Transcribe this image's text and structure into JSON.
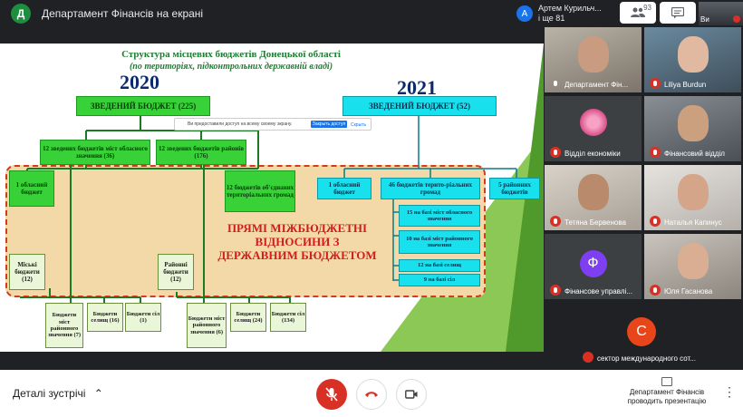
{
  "top": {
    "presenter_initial": "Д",
    "presenter_title": "Департамент Фінансів на екрані",
    "participant_initial": "А",
    "participant_name_line1": "Артем Курильч...",
    "participant_name_line2": "і ще 81",
    "people_count": "93",
    "self_label": "Ви"
  },
  "slide": {
    "title": "Структура місцевих бюджетів Донецької області",
    "subtitle": "(по територіях, підконтрольних державній владі)",
    "year_2020": "2020",
    "year_2021": "2021",
    "share_note": "Ви предоставили доступ на всему своему экрану.",
    "share_btn": "Закрыть доступ",
    "share_hide": "Скрыть",
    "b2020_main": "ЗВЕДЕНИЙ БЮДЖЕТ (225)",
    "b2021_main": "ЗВЕДЕНИЙ БЮДЖЕТ (52)",
    "b_cities_obl": "12 зведених бюджетів міст обласного значення (36)",
    "b_districts": "12 зведених бюджетів районів (176)",
    "b_oblast": "1 обласний бюджет",
    "b_otg": "12 бюджетів об'єднаних територіальних громад",
    "b_city_budgets": "Міські бюджети (12)",
    "b_district_budgets": "Районні бюджети (12)",
    "b_cities_dist_7": "Бюджети міст районного значення (7)",
    "b_settl_16": "Бюджети селищ (16)",
    "b_vill_1": "Бюджети сіл (1)",
    "b_cities_dist_6": "Бюджети міст районного значення (6)",
    "b_settl_24": "Бюджети селищ (24)",
    "b_vill_134": "Бюджети сіл (134)",
    "c_oblast": "1 обласний бюджет",
    "c_46": "46 бюджетів терито-ріальних громад",
    "c_5": "5 районних бюджетів",
    "c_15": "15 на базі міст обласного значення",
    "c_10": "10 на базі міст районного значення",
    "c_12": "12 на базі селищ",
    "c_9": "9 на базі сіл",
    "transfer_text": "ПРЯМІ МІЖБЮДЖЕТНІ ВІДНОСИНИ З ДЕРЖАВНИМ БЮДЖЕТОМ"
  },
  "tiles": [
    {
      "name": "Департамент Фін..."
    },
    {
      "name": "Liliya Burdun"
    },
    {
      "name": "Відділ економіки"
    },
    {
      "name": "Фінансовий відділ"
    },
    {
      "name": "Тетяна Бервенова"
    },
    {
      "name": "Наталья Капинус"
    },
    {
      "name": "Фінансове управлі...",
      "initial": "Ф"
    },
    {
      "name": "Юля Гасанова"
    }
  ],
  "big_tile": {
    "initial": "С",
    "name": "сектор международного сот..."
  },
  "bottom": {
    "details": "Деталі зустрічі",
    "present_line1": "Департамент Фінансів",
    "present_line2": "проводить презентацію"
  },
  "colors": {
    "mute_red": "#d93025",
    "accent_blue": "#1a73e8",
    "slide_red": "#d31d1d"
  }
}
